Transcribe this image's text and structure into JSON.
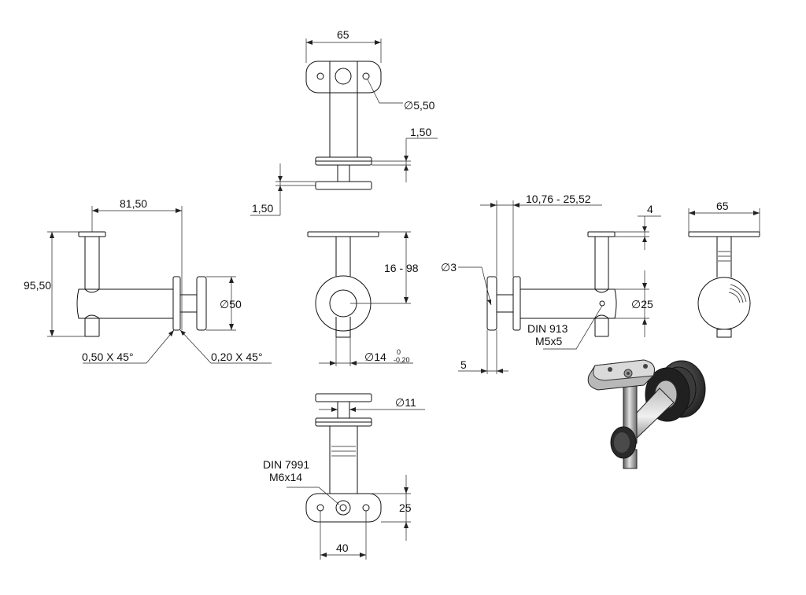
{
  "dimensions": {
    "top_width": "65",
    "hole_dia": "∅5,50",
    "flange_gap_top": "1,50",
    "flange_gap_left": "1,50",
    "left_length": "81,50",
    "left_height": "95,50",
    "disc_dia": "∅50",
    "chamfer_left": "0,50 X 45°",
    "chamfer_right": "0,20 X 45°",
    "height_range": "16 - 98",
    "pin_dia": "∅14",
    "pin_tol_upper": "0",
    "pin_tol_lower": "-0,20",
    "range_10": "10,76 - 25,52",
    "small_hole": "∅3",
    "depth_4": "4",
    "tube_dia": "∅25",
    "set_screw_std": "DIN 913",
    "set_screw_size": "M5x5",
    "flange_5": "5",
    "right_width": "65",
    "bottom_pin": "∅11",
    "screw_std": "DIN 7991",
    "screw_size": "M6x14",
    "bottom_25": "25",
    "bottom_40": "40"
  },
  "colors": {
    "line": "#111111",
    "render_dark": "#2b2b2b",
    "render_metal": "#9a9a9a"
  }
}
